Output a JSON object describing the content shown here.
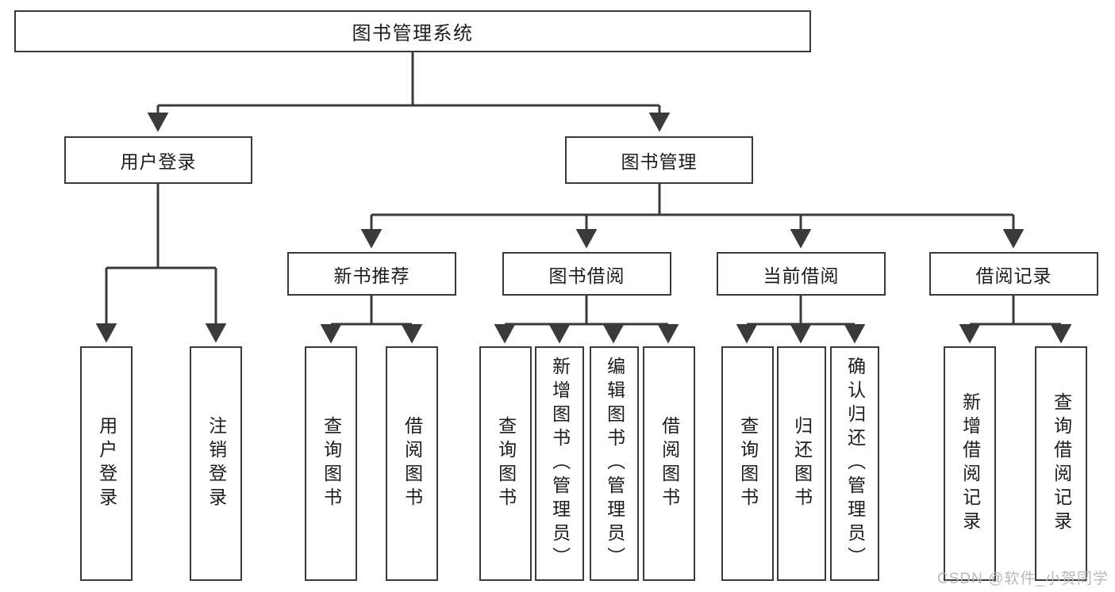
{
  "diagram": {
    "type": "tree-hierarchy",
    "title": "图书管理系统",
    "watermark": "CSDN @软件_小贺同学",
    "colors": {
      "stroke": "#3a3a3a",
      "fill": "#ffffff",
      "text": "#1c1c1c",
      "watermark": "#b9b9b9"
    },
    "root": {
      "label": "图书管理系统"
    },
    "level2": [
      {
        "id": "user-login",
        "label": "用户登录"
      },
      {
        "id": "book-manage",
        "label": "图书管理"
      }
    ],
    "level3": [
      {
        "id": "new-book-recommend",
        "label": "新书推荐",
        "parent": "book-manage"
      },
      {
        "id": "book-borrow",
        "label": "图书借阅",
        "parent": "book-manage"
      },
      {
        "id": "current-borrow",
        "label": "当前借阅",
        "parent": "book-manage"
      },
      {
        "id": "borrow-record",
        "label": "借阅记录",
        "parent": "book-manage"
      }
    ],
    "leaves": [
      {
        "id": "leaf-user-login",
        "label": "用户登录",
        "parent": "user-login"
      },
      {
        "id": "leaf-user-logout",
        "label": "注销登录",
        "parent": "user-login"
      },
      {
        "id": "leaf-query-book-1",
        "label": "查询图书",
        "parent": "new-book-recommend"
      },
      {
        "id": "leaf-borrow-book-1",
        "label": "借阅图书",
        "parent": "new-book-recommend"
      },
      {
        "id": "leaf-query-book-2",
        "label": "查询图书",
        "parent": "book-borrow"
      },
      {
        "id": "leaf-add-book",
        "label": "新增图书（管理员）",
        "parent": "book-borrow"
      },
      {
        "id": "leaf-edit-book",
        "label": "编辑图书（管理员）",
        "parent": "book-borrow"
      },
      {
        "id": "leaf-borrow-book-2",
        "label": "借阅图书",
        "parent": "book-borrow"
      },
      {
        "id": "leaf-query-book-3",
        "label": "查询图书",
        "parent": "current-borrow"
      },
      {
        "id": "leaf-return-book",
        "label": "归还图书",
        "parent": "current-borrow"
      },
      {
        "id": "leaf-confirm-return",
        "label": "确认归还（管理员）",
        "parent": "current-borrow"
      },
      {
        "id": "leaf-add-record",
        "label": "新增借阅记录",
        "parent": "borrow-record"
      },
      {
        "id": "leaf-query-record",
        "label": "查询借阅记录",
        "parent": "borrow-record"
      }
    ]
  }
}
